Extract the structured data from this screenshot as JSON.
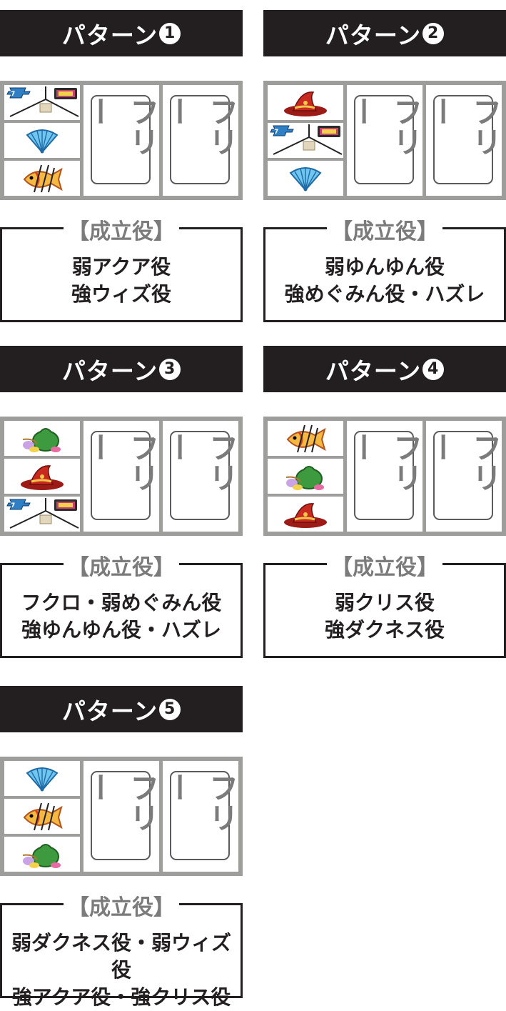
{
  "free_label": "フリー",
  "result_label": "【成立役】",
  "colors": {
    "header_bg": "#231f20",
    "reel_frame": "#9d9d9c",
    "free_text": "#7b7b7b"
  },
  "patterns": [
    {
      "title": "パターン",
      "number": "1",
      "left_reel": [
        "bonus-combo",
        "fan-icon",
        "fish-icon"
      ],
      "result_lines": [
        "弱アクア役",
        "強ウィズ役"
      ]
    },
    {
      "title": "パターン",
      "number": "2",
      "left_reel": [
        "hat-icon",
        "bonus-combo",
        "fan-icon"
      ],
      "result_lines": [
        "弱ゆんゆん役",
        "強めぐみん役・ハズレ"
      ]
    },
    {
      "title": "パターン",
      "number": "3",
      "left_reel": [
        "frog-icon",
        "hat-icon",
        "bonus-combo"
      ],
      "result_lines": [
        "フクロ・弱めぐみん役",
        "強ゆんゆん役・ハズレ"
      ]
    },
    {
      "title": "パターン",
      "number": "4",
      "left_reel": [
        "fish-icon",
        "frog-icon",
        "hat-icon"
      ],
      "result_lines": [
        "弱クリス役",
        "強ダクネス役"
      ]
    },
    {
      "title": "パターン",
      "number": "5",
      "left_reel": [
        "fan-icon",
        "fish-icon",
        "frog-icon"
      ],
      "result_lines": [
        "弱ダクネス役・弱ウィズ役",
        "強アクア役・強クリス役"
      ]
    }
  ]
}
